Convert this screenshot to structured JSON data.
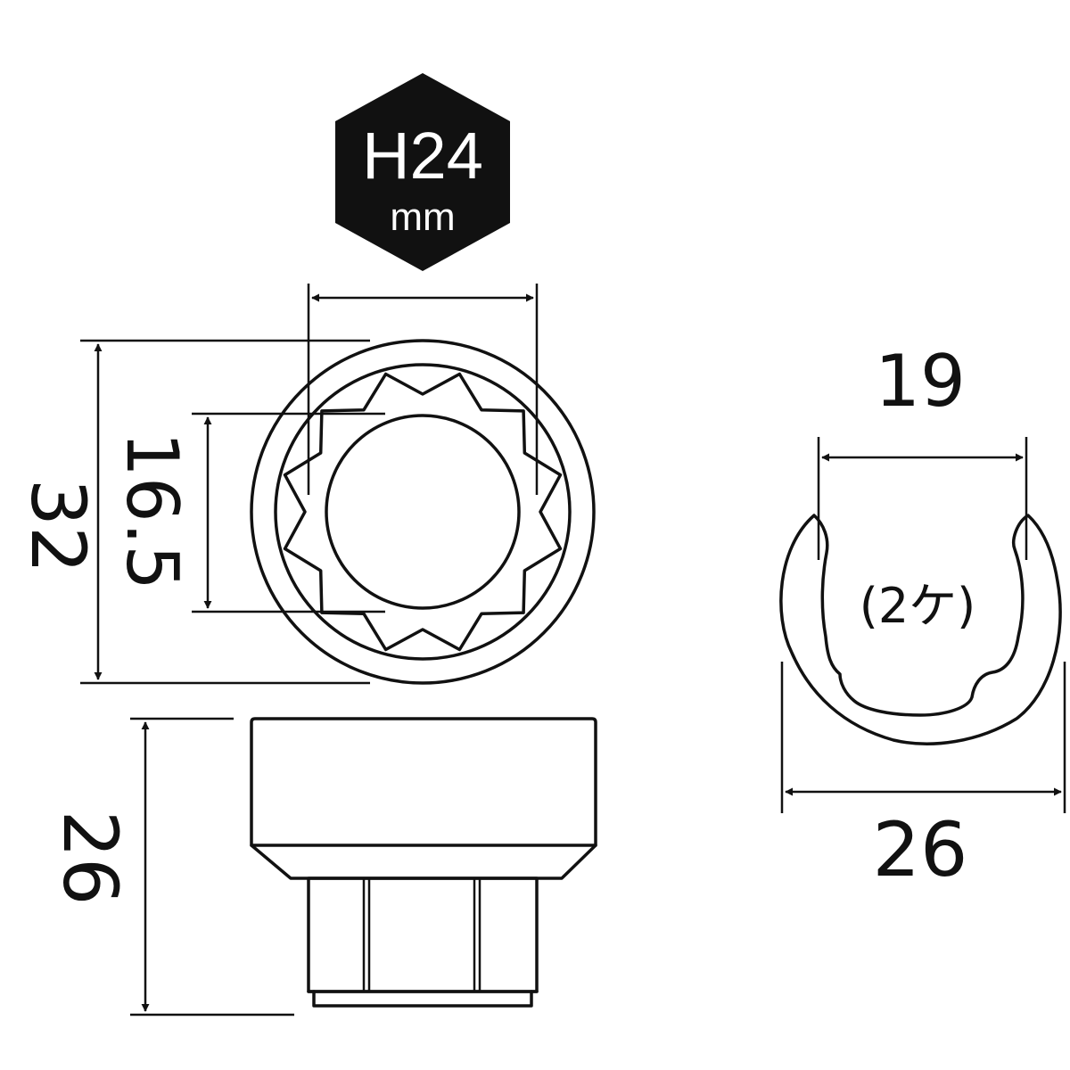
{
  "badge": {
    "size": "H24",
    "unit": "mm",
    "color": "#111111"
  },
  "dimensions": {
    "outer_diameter": "32",
    "inner_diameter": "16.5",
    "height": "26",
    "clip_opening": "19",
    "clip_width": "26"
  },
  "clip_note": "(2ケ)"
}
